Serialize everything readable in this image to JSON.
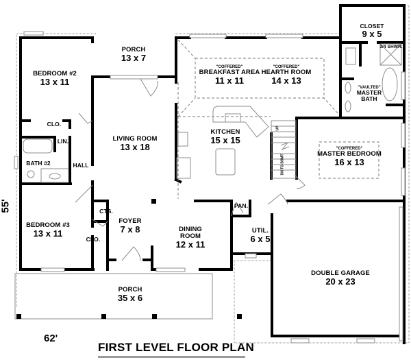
{
  "plan": {
    "title": "FIRST LEVEL FLOOR PLAN",
    "width_dimension": "62'",
    "depth_dimension": "55'"
  },
  "rooms": {
    "porch_rear": {
      "name": "PORCH",
      "dim": "13 x 7"
    },
    "bedroom2": {
      "name": "BEDROOM #2",
      "dim": "13 x 11"
    },
    "breakfast": {
      "note": "\"COFFERED\"",
      "name": "BREAKFAST AREA",
      "dim": "11 x 11"
    },
    "hearth": {
      "note": "\"COFFERED\"",
      "name": "HEARTH ROOM",
      "dim": "14 x 13"
    },
    "closet": {
      "name": "CLOSET",
      "dim": "9 x 5"
    },
    "shower": {
      "name": "3/4 SHWR."
    },
    "master_bath": {
      "note": "\"VAULTED\"",
      "name": "MASTER",
      "name2": "BATH"
    },
    "closet_bed2": {
      "name": "CLO."
    },
    "linen": {
      "name": "LIN."
    },
    "bath2": {
      "name": "BATH #2"
    },
    "hall": {
      "name": "HALL"
    },
    "living": {
      "name": "LIVING ROOM",
      "dim": "13 x 18"
    },
    "kitchen": {
      "name": "KITCHEN",
      "dim": "15 x 15"
    },
    "master_bedroom": {
      "note": "\"COFFERED\"",
      "name": "MASTER BEDROOM",
      "dim": "16 x 13"
    },
    "stairs": {
      "up": "UP",
      "down": "DN TO BSMT"
    },
    "coats": {
      "name": "CTS."
    },
    "foyer": {
      "name": "FOYER",
      "dim": "7 x 8"
    },
    "pantry": {
      "name": "PAN."
    },
    "dining": {
      "name": "DINING",
      "name2": "ROOM",
      "dim": "12 x 11"
    },
    "utility": {
      "name": "UTIL.",
      "dim": "6 x 5"
    },
    "bedroom3": {
      "name": "BEDROOM #3",
      "dim": "13 x 11"
    },
    "closet_bed3": {
      "name": "CLO."
    },
    "porch_front": {
      "name": "PORCH",
      "dim": "35 x 6"
    },
    "garage": {
      "name": "DOUBLE GARAGE",
      "dim": "20 x 23"
    }
  },
  "colors": {
    "wall": "#000000",
    "outline": "#8c8c8c",
    "dashed": "#7a7a7a",
    "background": "#ffffff"
  }
}
